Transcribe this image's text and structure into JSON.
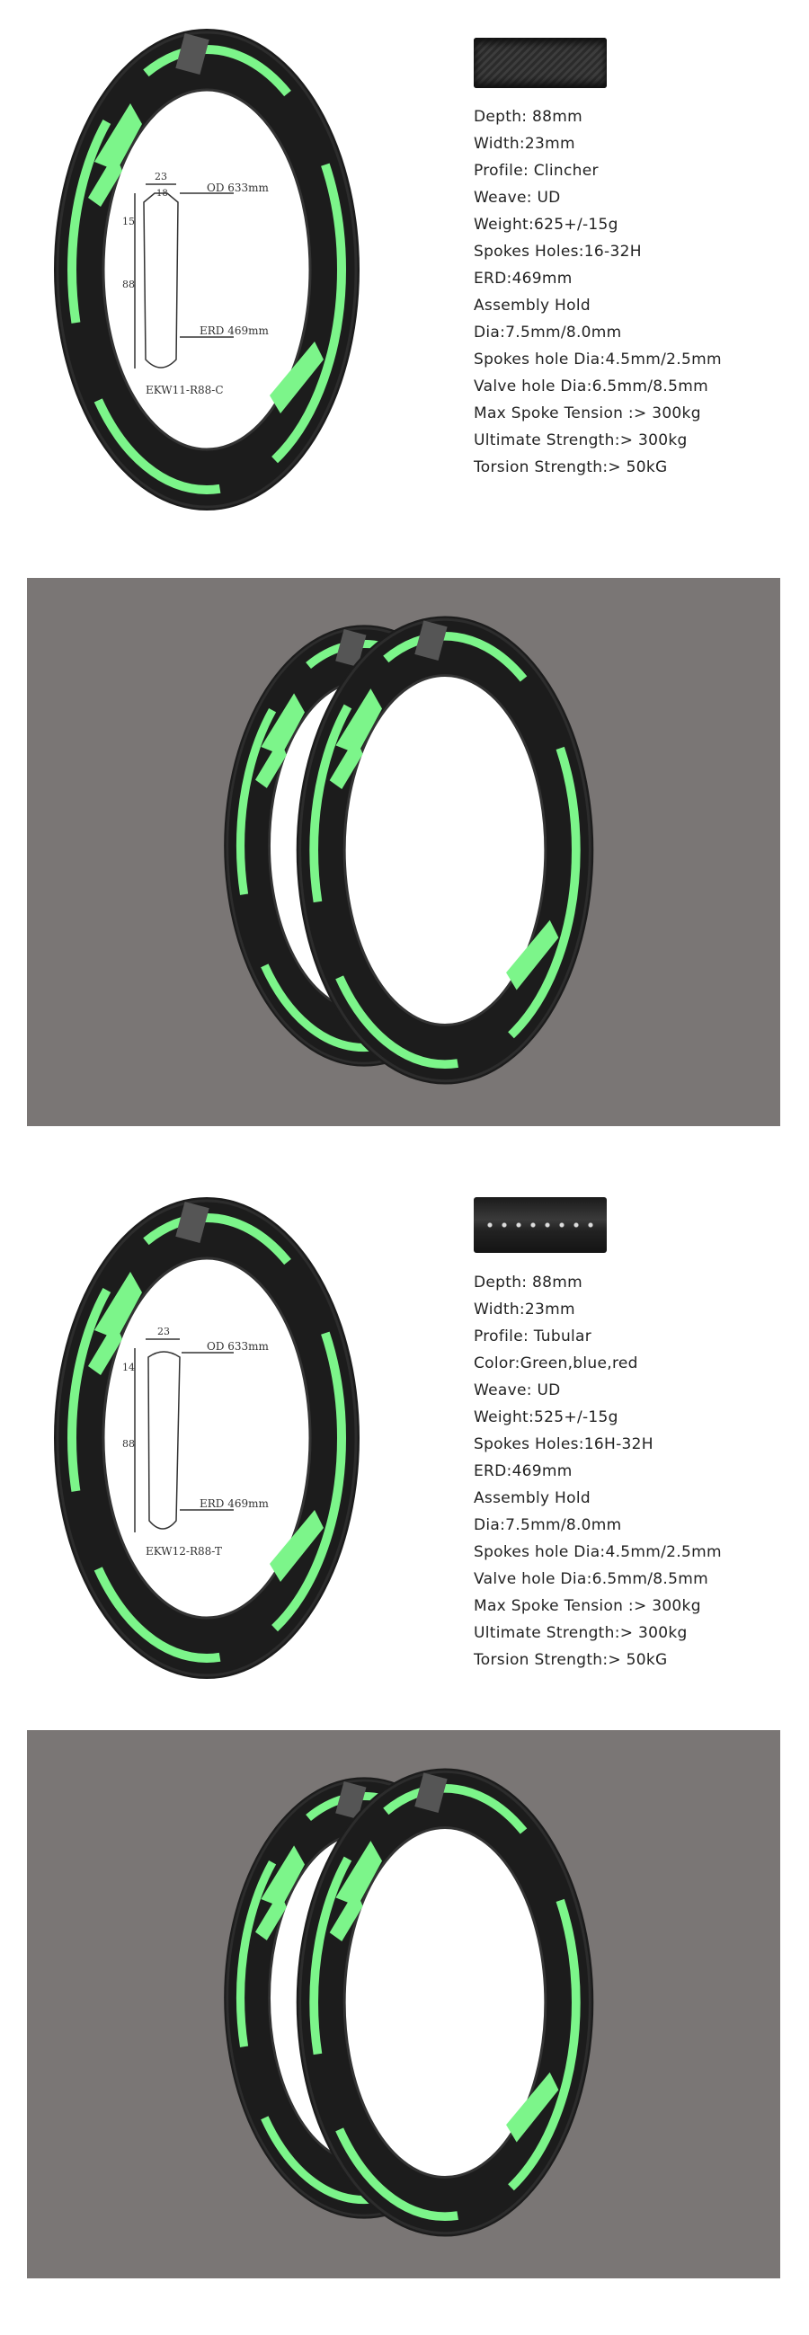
{
  "colors": {
    "accent_green": "#7CF58A",
    "rim_black": "#1e1e1e",
    "photo_bg": "#7a7675"
  },
  "product1": {
    "label": "EKW11-R88-C",
    "diagram": {
      "depth": "88",
      "top_width": "23",
      "inner_width": "18",
      "hook": "15",
      "od": "OD 633mm",
      "erd": "ERD 469mm"
    },
    "specs": [
      "Depth: 88mm",
      "Width:23mm",
      "Profile: Clincher",
      "Weave: UD",
      "Weight:625+/-15g",
      "Spokes Holes:16-32H",
      "ERD:469mm",
      "Assembly Hold",
      "Dia:7.5mm/8.0mm",
      "Spokes hole Dia:4.5mm/2.5mm",
      "Valve hole Dia:6.5mm/8.5mm",
      "Max Spoke Tension :> 300kg",
      "Ultimate Strength:> 300kg",
      "Torsion Strength:> 50kG"
    ]
  },
  "product2": {
    "label": "EKW12-R88-T",
    "diagram": {
      "depth": "88",
      "top_width": "23",
      "hook": "14",
      "od": "OD 633mm",
      "erd": "ERD 469mm"
    },
    "specs": [
      "Depth: 88mm",
      "Width:23mm",
      "Profile: Tubular",
      "Color:Green,blue,red",
      "Weave: UD",
      "Weight:525+/-15g",
      "Spokes Holes:16H-32H",
      "ERD:469mm",
      "Assembly Hold",
      "Dia:7.5mm/8.0mm",
      "Spokes hole Dia:4.5mm/2.5mm",
      "Valve hole Dia:6.5mm/8.5mm",
      "Max Spoke Tension :> 300kg",
      "Ultimate Strength:> 300kg",
      "Torsion Strength:> 50kG"
    ]
  }
}
